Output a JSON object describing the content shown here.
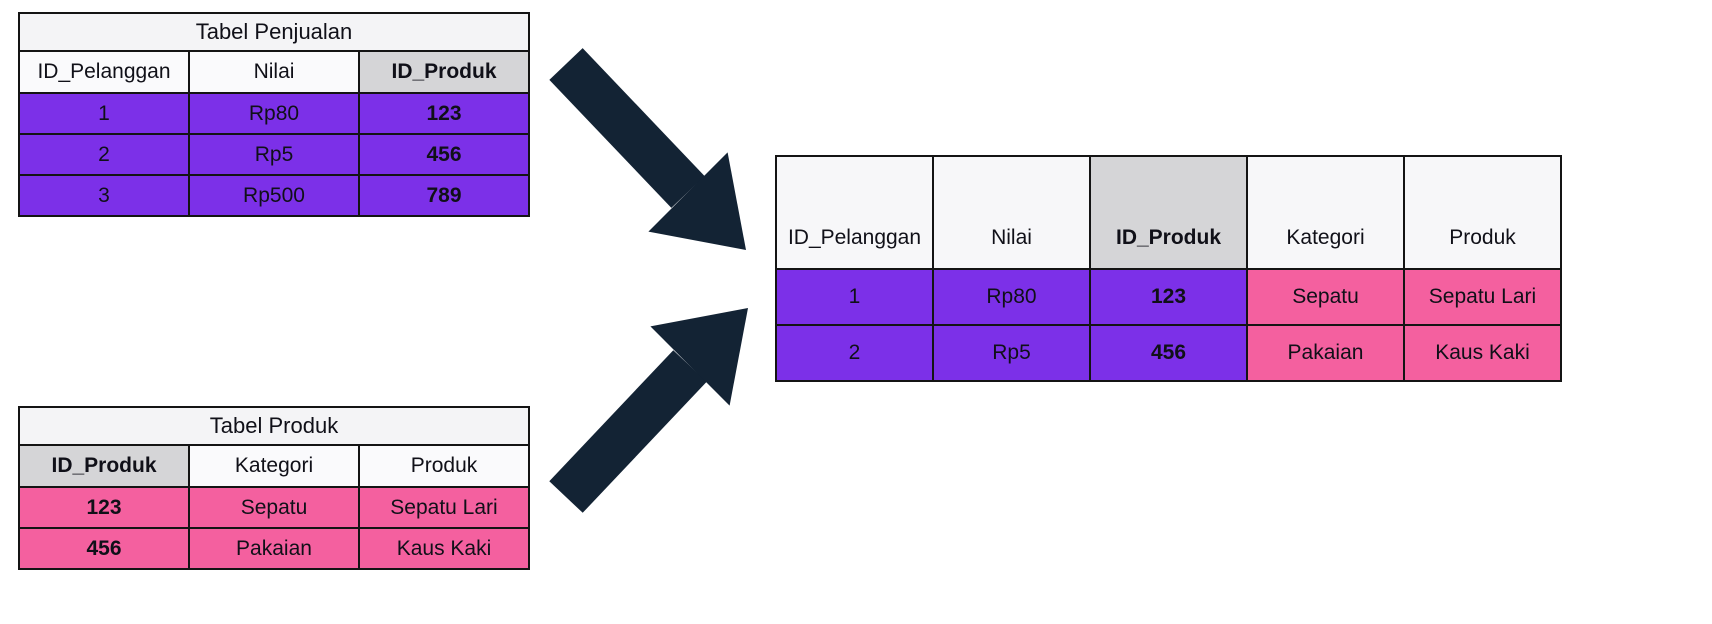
{
  "colors": {
    "purple": "#7c30e8",
    "pink": "#f4609f",
    "key_header_gray": "#d5d5d7",
    "title_bg": "#f4f4f6",
    "arrow": "#132334",
    "border": "#141414"
  },
  "penjualan": {
    "title": "Tabel Penjualan",
    "headers": [
      "ID_Pelanggan",
      "Nilai",
      "ID_Produk"
    ],
    "rows": [
      [
        "1",
        "Rp80",
        "123"
      ],
      [
        "2",
        "Rp5",
        "456"
      ],
      [
        "3",
        "Rp500",
        "789"
      ]
    ]
  },
  "produk": {
    "title": "Tabel Produk",
    "headers": [
      "ID_Produk",
      "Kategori",
      "Produk"
    ],
    "rows": [
      [
        "123",
        "Sepatu",
        "Sepatu Lari"
      ],
      [
        "456",
        "Pakaian",
        "Kaus Kaki"
      ]
    ]
  },
  "result": {
    "headers": [
      "ID_Pelanggan",
      "Nilai",
      "ID_Produk",
      "Kategori",
      "Produk"
    ],
    "rows": [
      [
        "1",
        "Rp80",
        "123",
        "Sepatu",
        "Sepatu Lari"
      ],
      [
        "2",
        "Rp5",
        "456",
        "Pakaian",
        "Kaus Kaki"
      ]
    ]
  }
}
